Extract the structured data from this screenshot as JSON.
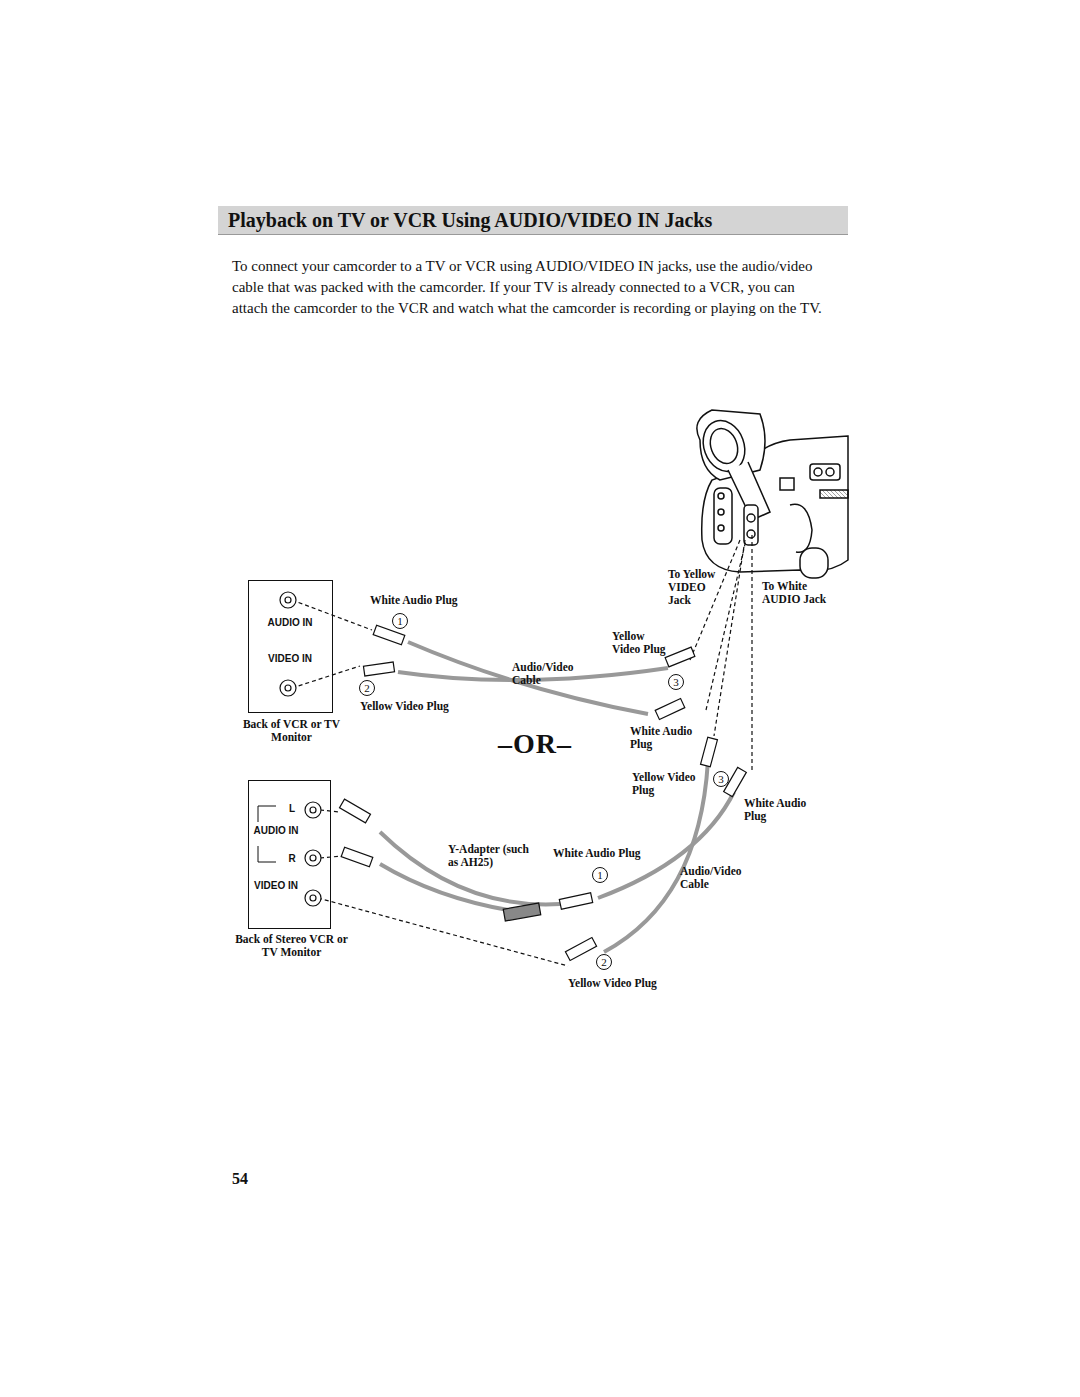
{
  "diagram": {
    "title": "Playback on TV or VCR Using AUDIO/VIDEO IN Jacks",
    "nodes": [
      {
        "text": [
          "AUDIO IN",
          "VIDEO IN",
          "Back of VCR or TV Monitor"
        ]
      },
      {
        "text": [
          "L",
          "AUDIO IN",
          "R",
          "VIDEO IN",
          "Back of Stereo VCR or TV Monitor"
        ]
      }
    ],
    "labels": [
      "To connect your camcorder to a TV or VCR using AUDIO/VIDEO IN jacks, use the audio/video cable that was packed with the camcorder. If your TV is already connected to a VCR, you can attach the camcorder to the VCR and watch what the camcorder is recording or playing on the TV.",
      "White Audio Plug",
      "1",
      "2",
      "Yellow Video Plug",
      "Audio/Video Cable",
      "Yellow Video Plug",
      "3",
      "White Audio Plug",
      "To Yellow VIDEO Jack",
      "To White AUDIO Jack",
      "–OR–",
      "Yellow Video Plug",
      "3",
      "White Audio Plug",
      "Y-Adapter (such as AH25)",
      "White Audio Plug",
      "1",
      "Audio/Video Cable",
      "2",
      "Yellow Video Plug",
      "54"
    ]
  }
}
